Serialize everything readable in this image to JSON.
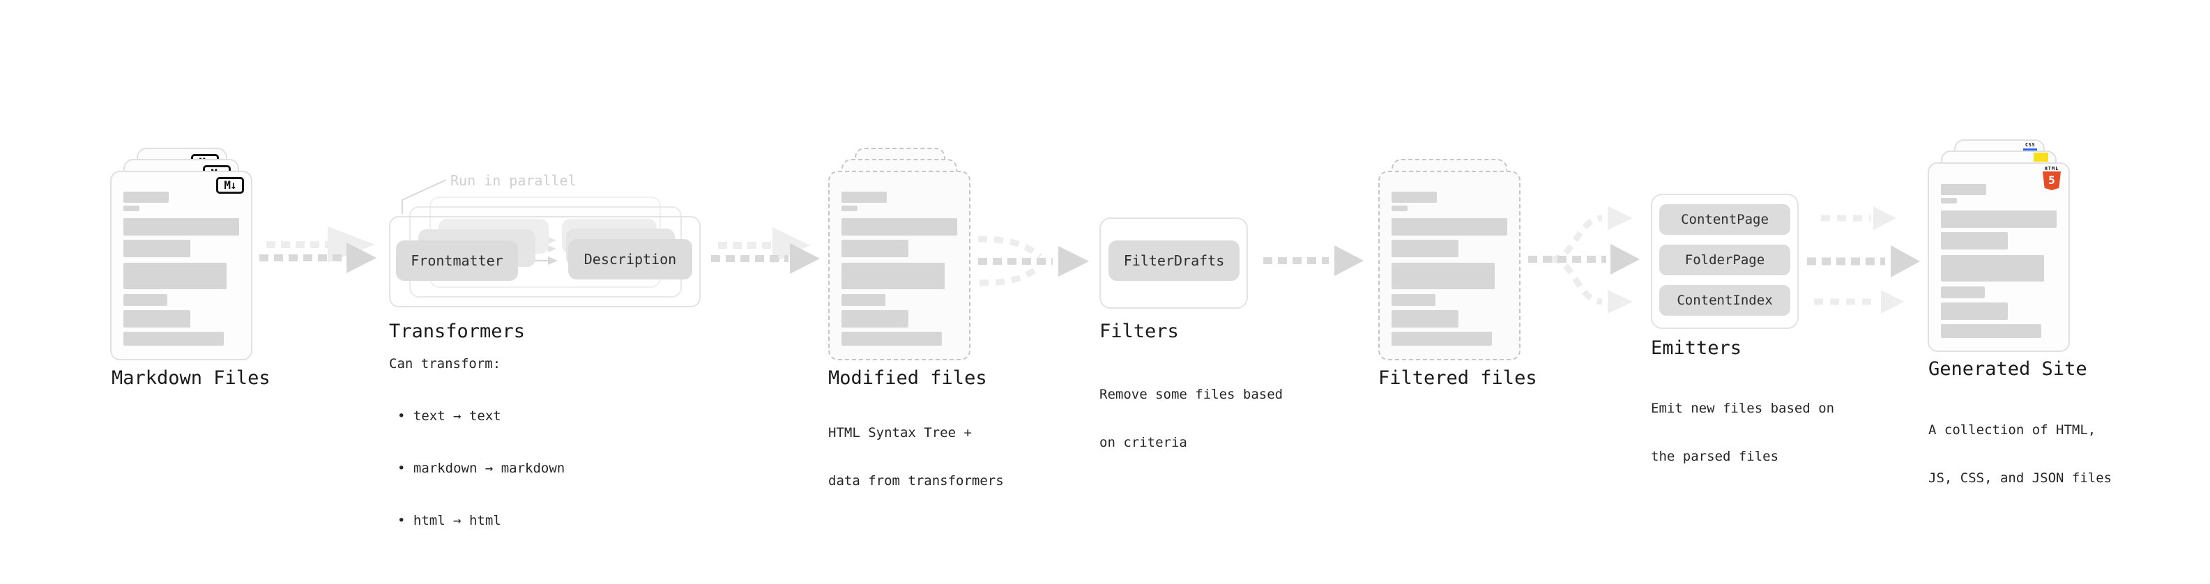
{
  "diagram": {
    "markdown_files": {
      "label": "Markdown Files",
      "badge": "M↓"
    },
    "transformers": {
      "label": "Transformers",
      "note": "Run in parallel",
      "input_button": "Frontmatter",
      "output_button": "Description",
      "desc_heading": "Can transform:",
      "bullets": [
        "• text → text",
        "• markdown → markdown",
        "• html → html"
      ]
    },
    "modified_files": {
      "label": "Modified files",
      "desc_line1": "HTML Syntax Tree +",
      "desc_line2": "data from transformers"
    },
    "filters": {
      "label": "Filters",
      "button": "FilterDrafts",
      "desc_line1": "Remove some files based",
      "desc_line2": "on criteria"
    },
    "filtered_files": {
      "label": "Filtered files"
    },
    "emitters": {
      "label": "Emitters",
      "buttons": [
        "ContentPage",
        "FolderPage",
        "ContentIndex"
      ],
      "desc_line1": "Emit new files based on",
      "desc_line2": "the parsed files"
    },
    "generated_site": {
      "label": "Generated Site",
      "desc_line1": "A collection of HTML,",
      "desc_line2": "JS, CSS, and JSON files",
      "badge_html_word": "HTML",
      "badge_html_number": "5",
      "badge_css_word": "CSS"
    },
    "colors": {
      "arrow_dark": "#d9d9d9",
      "arrow_light": "#ededed",
      "bar_gray": "#d6d6d6",
      "button_bg": "#dcdcdc",
      "html5_orange": "#e44d26",
      "js_yellow": "#f7df1e",
      "css_blue": "#2965f1"
    }
  }
}
